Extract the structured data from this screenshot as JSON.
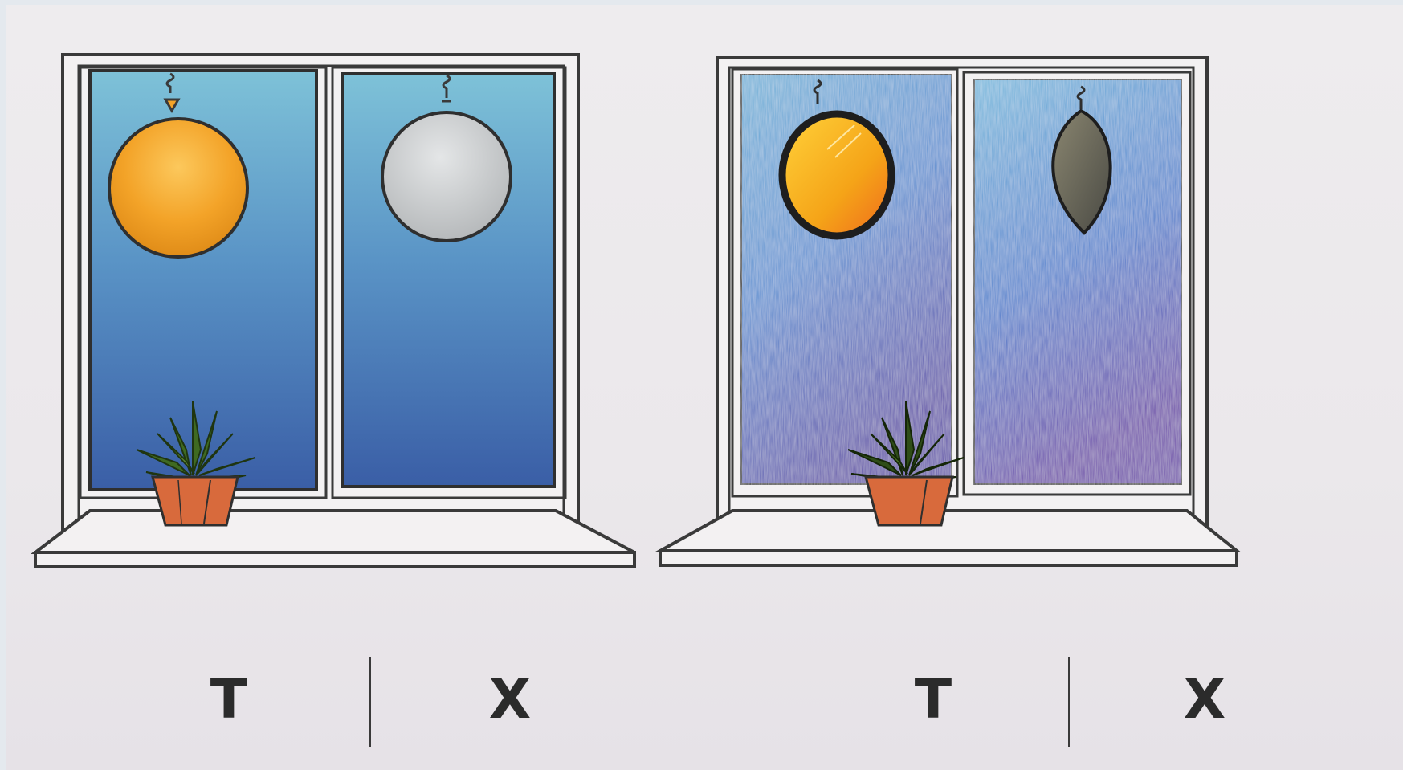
{
  "panels": [
    {
      "id": "left",
      "labels": {
        "left": "T",
        "right": "X"
      },
      "left_pane_object": "orange-sphere",
      "right_pane_object": "grey-sphere"
    },
    {
      "id": "right",
      "labels": {
        "left": "T",
        "right": "X"
      },
      "left_pane_object": "orange-disk",
      "right_pane_object": "dark-leaf-shape"
    }
  ],
  "colors": {
    "sky_top": "#78bcd6",
    "sky_bottom": "#3e64aa",
    "night_blue": "#4a7fc8",
    "night_purple": "#6a4ea8",
    "orange": "#f0a020",
    "grey": "#c9cbcc",
    "pot": "#d86a3c",
    "plant": "#3f6a22"
  },
  "icons": [
    "hook-icon",
    "plant-pot-icon"
  ]
}
